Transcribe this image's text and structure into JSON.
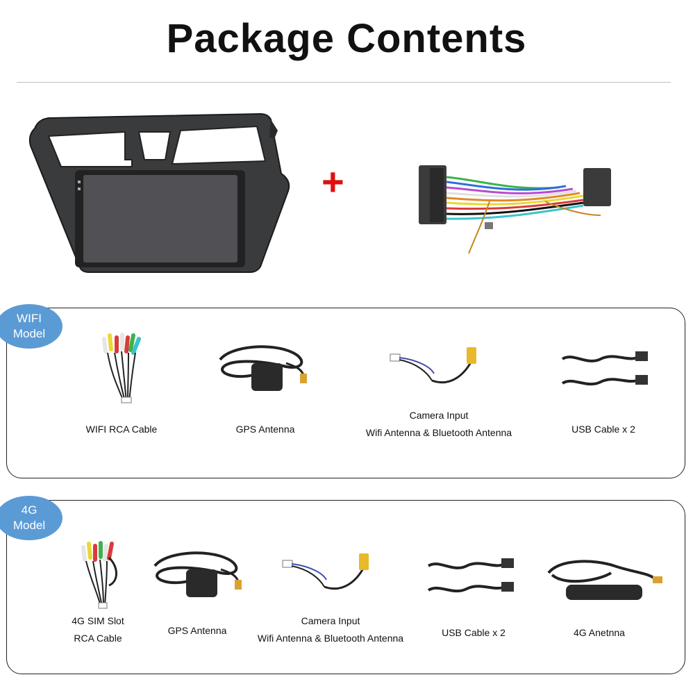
{
  "title": "Package Contents",
  "colors": {
    "badge": "#5b9bd5",
    "plus": "#e01010"
  },
  "top_row": {
    "plus_symbol": "+"
  },
  "wifi": {
    "badge_line1": "WIFI",
    "badge_line2": "Model",
    "items": [
      {
        "line1": "WIFI RCA Cable"
      },
      {
        "line1": "GPS Antenna"
      },
      {
        "line1": "Camera Input",
        "line2": "Wifi Antenna & Bluetooth Antenna"
      },
      {
        "line1": "USB Cable x 2"
      }
    ]
  },
  "g4": {
    "badge_line1": "4G",
    "badge_line2": "Model",
    "items": [
      {
        "line1": "4G SIM Slot",
        "line2": "RCA Cable"
      },
      {
        "line1": "GPS Antenna"
      },
      {
        "line1": "Camera Input",
        "line2": "Wifi Antenna & Bluetooth Antenna"
      },
      {
        "line1": "USB Cable x 2"
      },
      {
        "line1": "4G Anetnna"
      }
    ]
  }
}
